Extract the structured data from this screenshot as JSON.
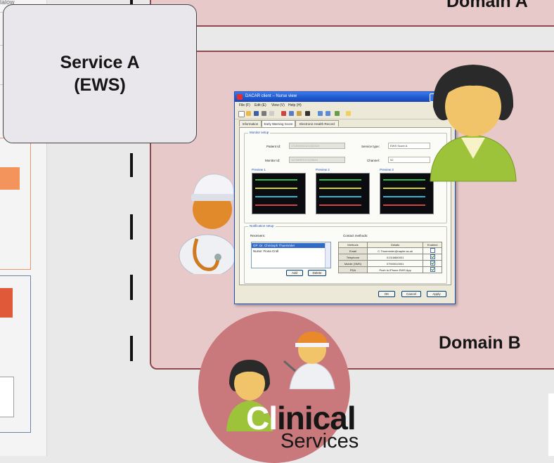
{
  "left_strip": {
    "text": "lalow"
  },
  "domain_a": {
    "title": "Domain A"
  },
  "domain_b": {
    "title": "Domain B"
  },
  "service": {
    "line1": "Service A",
    "line2": "(EWS)"
  },
  "window": {
    "title": "DACAR client – Nurse view",
    "menu": [
      "File (F)",
      "Edit (E)",
      "View (V)",
      "Help (H)"
    ],
    "tabs": [
      "Information",
      "Early Warning Score",
      "Electronic Health Record"
    ],
    "monitor_setup": {
      "title": "Monitor setup",
      "patient_id_label": "Patient Id:",
      "patient_id_value": "171819202122232324",
      "monitor_id_label": "Monitor Id:",
      "monitor_id_value": "1A7080F2C12C80A4",
      "service_type_label": "Service type:",
      "service_type_value": "EWS Score A",
      "channel_label": "Channel:",
      "channel_value": "02"
    },
    "previews": [
      "Preview 1",
      "Preview 2",
      "Preview 3"
    ],
    "notification_setup": {
      "title": "Notification setup",
      "receivers_label": "Receivers:",
      "receivers": [
        "GP: Dr. Christoph Thuemmler",
        "Nurse: Fiona Croll"
      ],
      "add_label": "Add",
      "delete_label": "Delete",
      "contact_label": "Contact methods:",
      "table_headers": [
        "Methods",
        "Details",
        "Enabled"
      ],
      "rows": [
        {
          "method": "Email",
          "details": "C.Thuemmler@napier.ac.uk",
          "enabled": false
        },
        {
          "method": "Telephone",
          "details": "01316880001",
          "enabled": true
        },
        {
          "method": "Mobile (SMS)",
          "details": "07900010001",
          "enabled": true
        },
        {
          "method": "PDA",
          "details": "Push to iPhone EWS App",
          "enabled": true
        }
      ]
    },
    "ok_label": "OK",
    "cancel_label": "Cancel",
    "apply_label": "Apply"
  },
  "clinical": {
    "title_first": "Cl",
    "title_rest": "inical",
    "subtitle": "Services"
  },
  "colors": {
    "domain_fill": "#e8c9ca",
    "domain_border": "#8c4a4e",
    "clinical_circle": "#c9787b"
  }
}
